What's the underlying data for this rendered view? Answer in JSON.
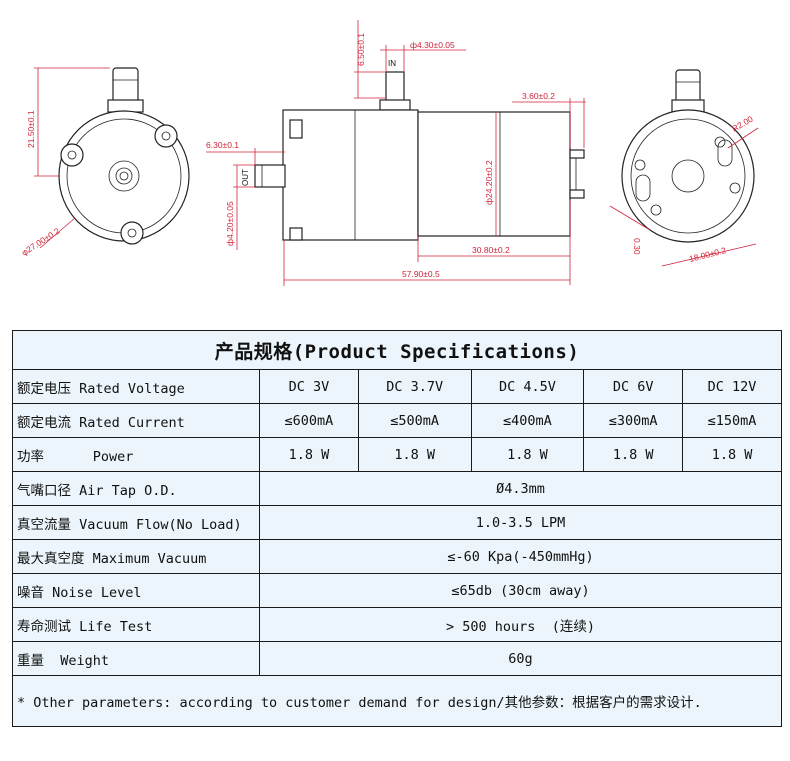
{
  "drawing": {
    "dims": {
      "front_height": "21.50±0.1",
      "front_dia": "φ27.00±0.2",
      "in_length": "6.50±0.1",
      "in_dia": "ф4.30±0.05",
      "out_length": "6.30±0.1",
      "out_dia": "ф4.20±0.05",
      "motor_dia": "ф24.20±0.2",
      "terminal": "3.60±0.2",
      "motor_length": "30.80±0.2",
      "total_length": "57.90±0.5",
      "rear_r": "R2.00",
      "rear_small": "0.30",
      "rear_spacing": "18.00±0.2"
    },
    "labels": {
      "in": "IN",
      "out": "OUT"
    }
  },
  "spec": {
    "title": "产品规格(Product Specifications)",
    "rows": [
      {
        "label": "额定电压 Rated Voltage",
        "values": [
          "DC 3V",
          "DC 3.7V",
          "DC 4.5V",
          "DC 6V",
          "DC 12V"
        ]
      },
      {
        "label": "额定电流 Rated Current",
        "values": [
          "≤600mA",
          "≤500mA",
          "≤400mA",
          "≤300mA",
          "≤150mA"
        ]
      },
      {
        "label": "功率      Power",
        "values": [
          "1.8 W",
          "1.8 W",
          "1.8 W",
          "1.8 W",
          "1.8 W"
        ]
      },
      {
        "label": "气嘴口径 Air Tap O.D.",
        "value": "Ø4.3mm"
      },
      {
        "label": "真空流量 Vacuum Flow(No Load)",
        "value": "1.0-3.5 LPM"
      },
      {
        "label": "最大真空度 Maximum Vacuum",
        "value": "≤-60 Kpa(-450mmHg)"
      },
      {
        "label": "噪音 Noise Level",
        "value": "≤65db (30cm away)"
      },
      {
        "label": "寿命测试 Life Test",
        "value": "> 500 hours  (连续)"
      },
      {
        "label": "重量  Weight",
        "value": "60g"
      }
    ],
    "note": "* Other parameters: according to customer demand for design/其他参数：根据客户的需求设计."
  }
}
